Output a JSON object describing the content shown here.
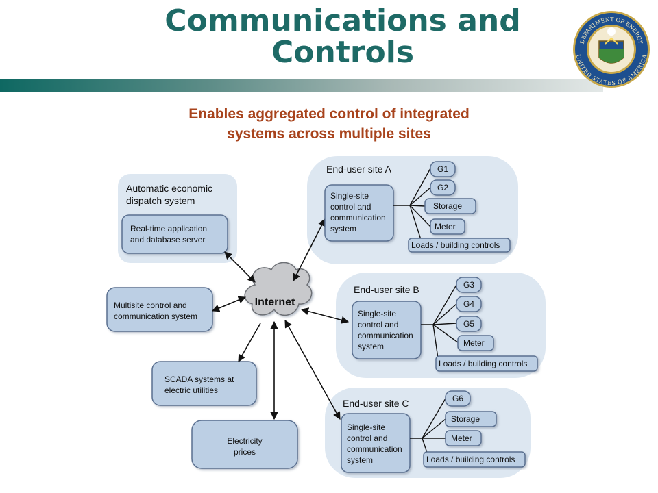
{
  "title": [
    "Communications and",
    "Controls"
  ],
  "subtitle": [
    "Enables aggregated control of integrated",
    "systems across multiple sites"
  ],
  "colors": {
    "title": "#1e6a66",
    "subtitle": "#a8431c",
    "panel": "#dde7f1",
    "box": "#bccfe4",
    "box_border": "#5a6f90",
    "seal_ring": "#c9a94a",
    "seal_blue": "#1d4f8f"
  },
  "seal": {
    "top_text": "DEPARTMENT OF ENERGY",
    "bottom_text": "UNITED STATES OF AMERICA"
  },
  "diagram": {
    "center": "Internet",
    "dispatch_panel": {
      "title": [
        "Automatic economic",
        "dispatch system"
      ],
      "server": [
        "Real-time application",
        "and database server"
      ]
    },
    "multisite": [
      "Multisite control and",
      "communication system"
    ],
    "scada": [
      "SCADA systems at",
      "electric utilities"
    ],
    "prices": [
      "Electricity",
      "prices"
    ],
    "sites": [
      {
        "title": "End-user site A",
        "controller": [
          "Single-site",
          "control and",
          "communication",
          "system"
        ],
        "devices": [
          "G1",
          "G2",
          "Storage",
          "Meter",
          "Loads / building controls"
        ]
      },
      {
        "title": "End-user site B",
        "controller": [
          "Single-site",
          "control and",
          "communication",
          "system"
        ],
        "devices": [
          "G3",
          "G4",
          "G5",
          "Meter",
          "Loads / building controls"
        ]
      },
      {
        "title": "End-user site C",
        "controller": [
          "Single-site",
          "control and",
          "communication",
          "system"
        ],
        "devices": [
          "G6",
          "Storage",
          "Meter",
          "Loads / building controls"
        ]
      }
    ]
  }
}
